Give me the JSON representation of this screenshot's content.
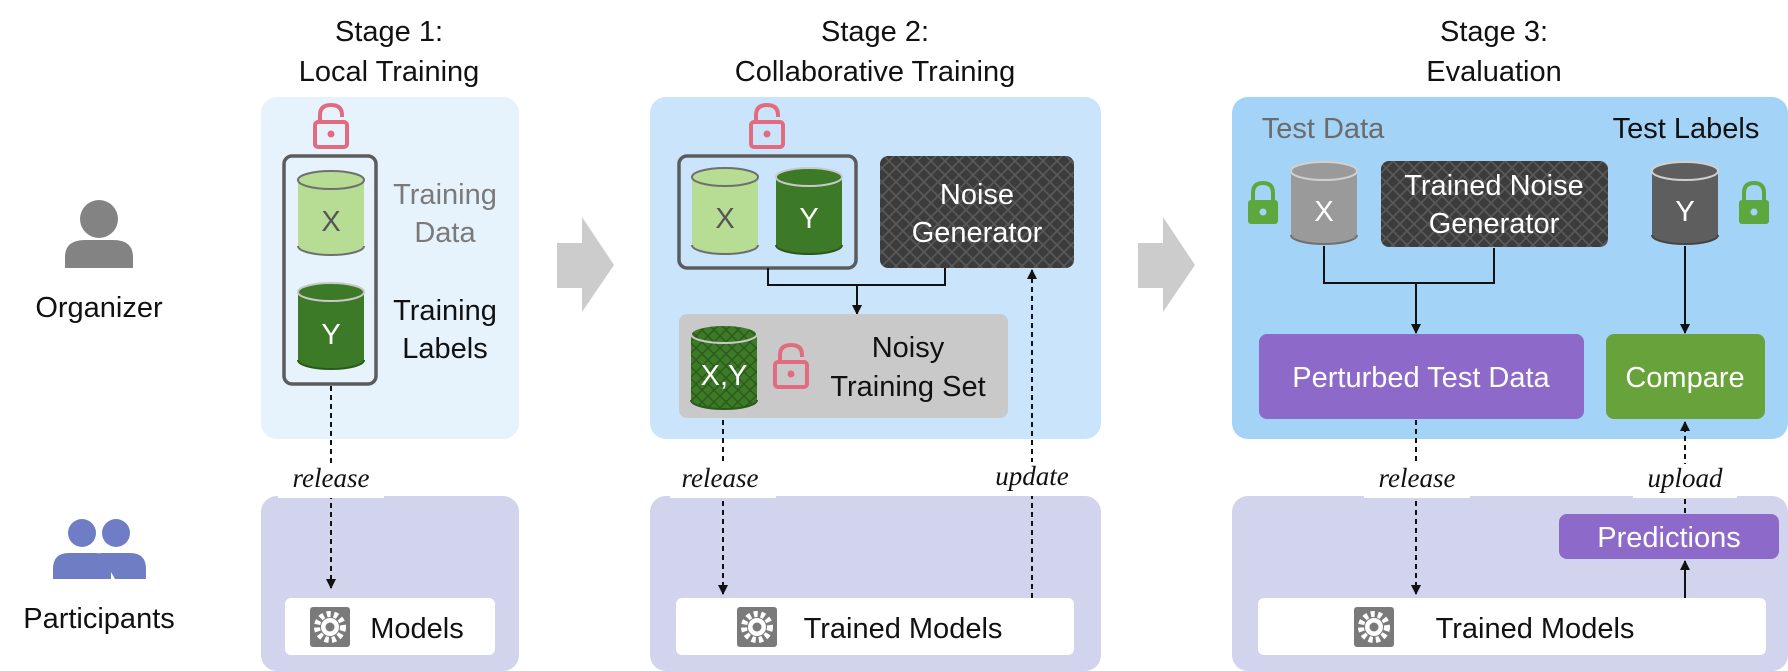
{
  "stages": [
    {
      "line1": "Stage 1:",
      "line2": "Local Training"
    },
    {
      "line1": "Stage 2:",
      "line2": "Collaborative Training"
    },
    {
      "line1": "Stage 3:",
      "line2": "Evaluation"
    }
  ],
  "roles": {
    "organizer": "Organizer",
    "participants": "Participants"
  },
  "stage1": {
    "x_label": "X",
    "y_label": "Y",
    "training_data": [
      "Training",
      "Data"
    ],
    "training_labels": [
      "Training",
      "Labels"
    ],
    "release": "release",
    "models": "Models"
  },
  "stage2": {
    "x_label": "X",
    "y_label": "Y",
    "noise_generator": [
      "Noise",
      "Generator"
    ],
    "xy_label": "X,Y",
    "noisy_training_set": [
      "Noisy",
      "Training Set"
    ],
    "release": "release",
    "update": "update",
    "trained_models": "Trained Models"
  },
  "stage3": {
    "test_data": "Test Data",
    "test_labels": "Test Labels",
    "x_label": "X",
    "y_label": "Y",
    "trained_noise_generator": [
      "Trained Noise",
      "Generator"
    ],
    "perturbed_test_data": "Perturbed Test Data",
    "compare": "Compare",
    "release": "release",
    "upload": "upload",
    "predictions": "Predictions",
    "trained_models": "Trained Models"
  },
  "colors": {
    "stage1_panel": "#e6f2fc",
    "stage2_panel": "#c9e4fb",
    "stage3_panel": "#a3d3f6",
    "participant_panel": "#d1d4ec",
    "light_green": "#b7dc93",
    "dark_green": "#3d7a27",
    "purple": "#8d69c9",
    "compare_green": "#67a33a",
    "lock_red": "#e36b80",
    "lock_green": "#5ca83f",
    "person_gray": "#838383",
    "participant_blue": "#6f7ec4",
    "arrow_gray": "#cccccc"
  }
}
